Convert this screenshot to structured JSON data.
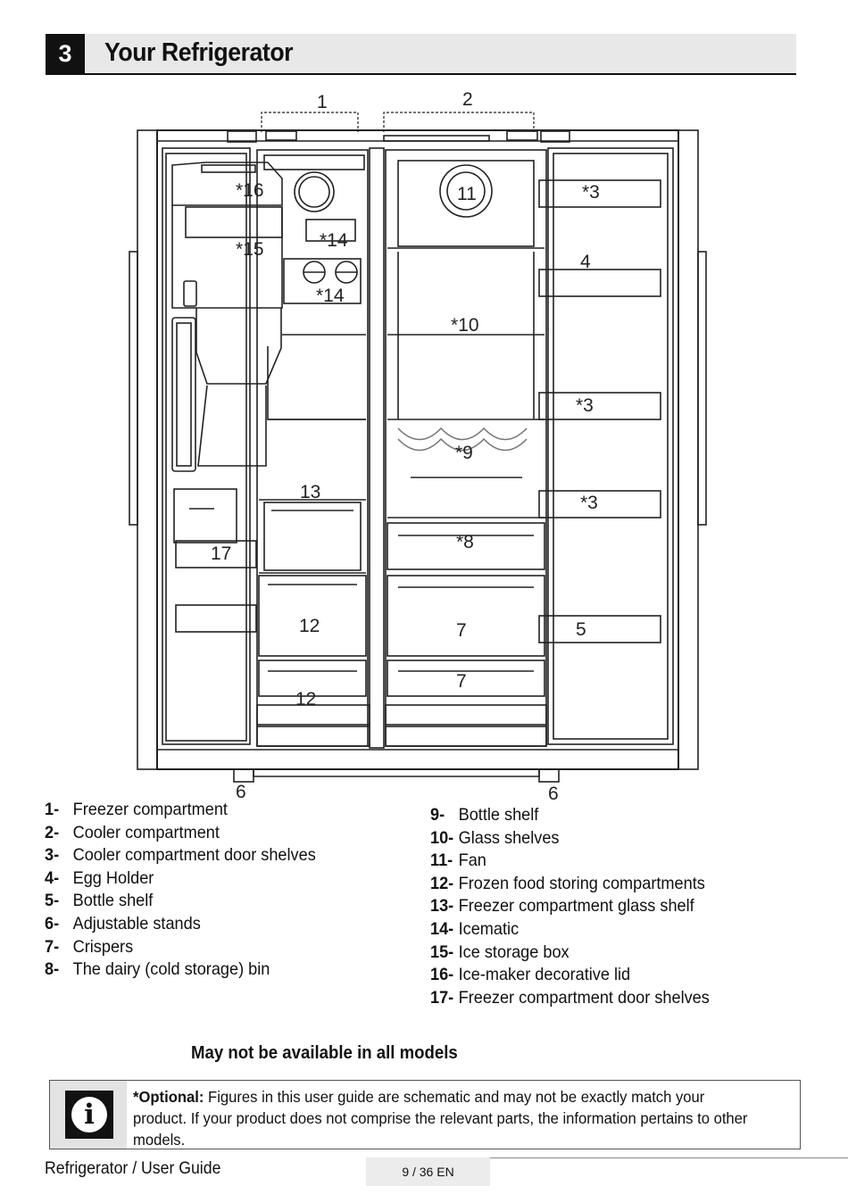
{
  "section": {
    "number": "3",
    "title": "Your Refrigerator"
  },
  "diagram": {
    "labels": {
      "l1": "1",
      "l2": "2",
      "l3a": "*3",
      "l3b": "*3",
      "l3c": "*3",
      "l4": "4",
      "l5": "5",
      "l6a": "6",
      "l6b": "6",
      "l7a": "7",
      "l7b": "7",
      "l8": "*8",
      "l9": "*9",
      "l10": "*10",
      "l11": "11",
      "l12a": "12",
      "l12b": "12",
      "l13": "13",
      "l14a": "*14",
      "l14b": "*14",
      "l15": "*15",
      "l16": "*16",
      "l17": "17"
    }
  },
  "legend": {
    "left": [
      {
        "num": "1-",
        "text": "Freezer compartment"
      },
      {
        "num": "2-",
        "text": "Cooler compartment"
      },
      {
        "num": "3-",
        "text": "Cooler compartment door shelves"
      },
      {
        "num": "4-",
        "text": "Egg Holder"
      },
      {
        "num": "5-",
        "text": "Bottle shelf"
      },
      {
        "num": "6-",
        "text": "Adjustable stands"
      },
      {
        "num": "7-",
        "text": "Crispers"
      },
      {
        "num": "8-",
        "text": "The dairy (cold storage) bin"
      }
    ],
    "right": [
      {
        "num": "9-",
        "text": "Bottle shelf"
      },
      {
        "num": "10-",
        "text": "Glass shelves"
      },
      {
        "num": "11-",
        "text": "Fan"
      },
      {
        "num": "12-",
        "text": "Frozen food storing compartments"
      },
      {
        "num": "13-",
        "text": "Freezer compartment glass shelf"
      },
      {
        "num": "14-",
        "text": "Icematic"
      },
      {
        "num": "15-",
        "text": "Ice storage box"
      },
      {
        "num": "16-",
        "text": "Ice-maker decorative lid"
      },
      {
        "num": "17-",
        "text": "Freezer compartment door shelves"
      }
    ]
  },
  "note": {
    "title": "May not be available in all models"
  },
  "info": {
    "icon": "info-icon",
    "label": "*Optional:",
    "text": " Figures in this user guide are schematic and may not be exactly match your product. If your product does not comprise the relevant parts, the information pertains to other models."
  },
  "footer": {
    "left": "Refrigerator / User Guide",
    "page": "9 / 36 EN"
  }
}
